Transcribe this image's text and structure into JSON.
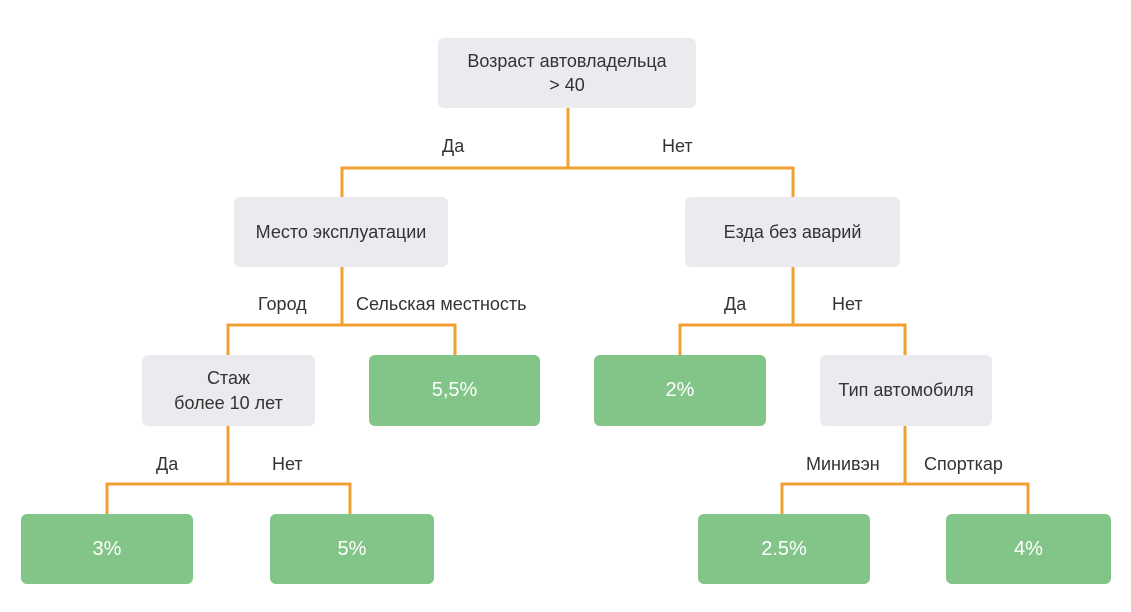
{
  "colors": {
    "connector": "#f0a030",
    "decision_bg": "#ebebef",
    "leaf_bg": "#83c489"
  },
  "nodes": {
    "root": "Возраст автовладельца\n> 40",
    "location": "Место эксплуатации",
    "no_accidents": "Езда без аварий",
    "experience": "Стаж\nболее 10 лет",
    "rural_leaf": "5,5%",
    "no_acc_yes_leaf": "2%",
    "car_type": "Тип автомобиля",
    "exp_yes_leaf": "3%",
    "exp_no_leaf": "5%",
    "minivan_leaf": "2.5%",
    "sportscar_leaf": "4%"
  },
  "edges": {
    "root_yes": "Да",
    "root_no": "Нет",
    "city": "Город",
    "rural": "Сельская местность",
    "no_acc_yes": "Да",
    "no_acc_no": "Нет",
    "exp_yes": "Да",
    "exp_no": "Нет",
    "minivan": "Минивэн",
    "sportscar": "Спорткар"
  }
}
